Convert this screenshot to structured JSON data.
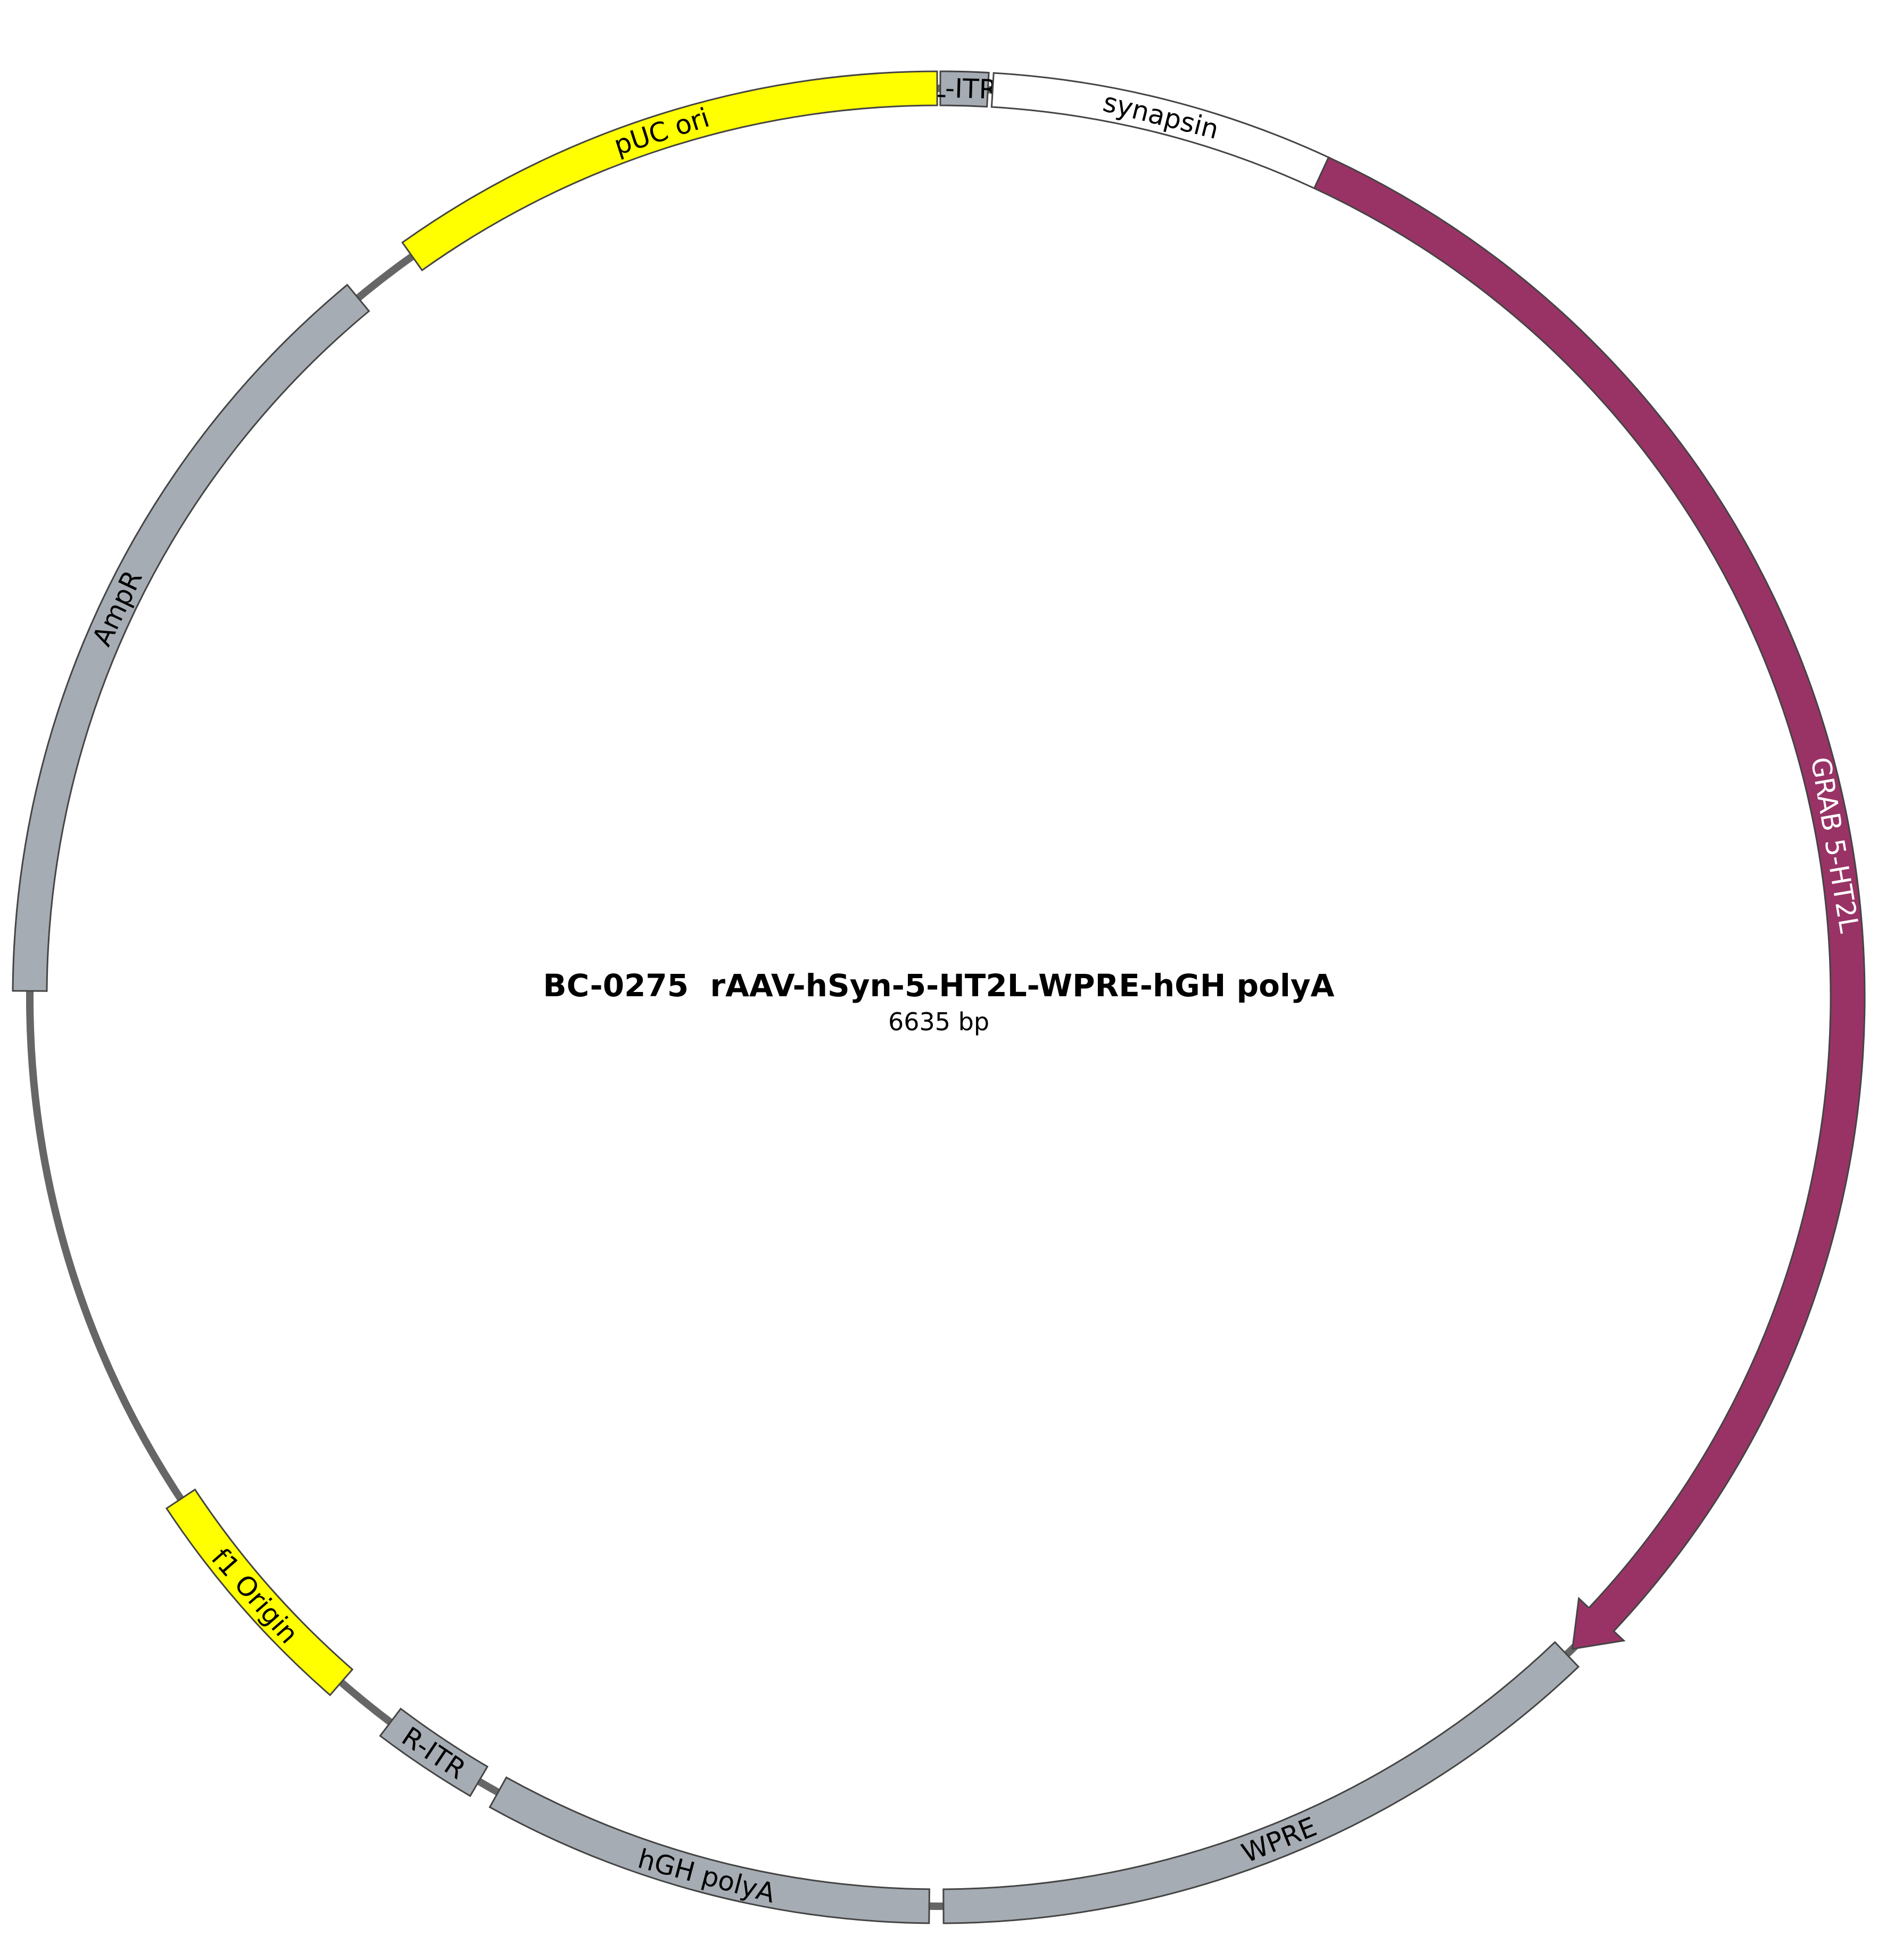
{
  "title": "BC-0275  rAAV-hSyn-5-HT2L-WPRE-hGH polyA",
  "size_label": "6635 bp",
  "backbone_color": "#666666",
  "features": [
    {
      "name": "L-ITR",
      "label": "L-ITR",
      "color": "#a6acb3",
      "text_color": "#000000",
      "shape": "box"
    },
    {
      "name": "synapsin",
      "label": "synapsin",
      "color": "#ffffff",
      "text_color": "#000000",
      "shape": "box"
    },
    {
      "name": "grab-5-ht2l",
      "label": "GRAB 5-HT2L",
      "color": "#993366",
      "text_color": "#ffffff",
      "shape": "arrow"
    },
    {
      "name": "wpre",
      "label": "WPRE",
      "color": "#a6acb3",
      "text_color": "#000000",
      "shape": "box"
    },
    {
      "name": "hgh-polya",
      "label": "hGH polyA",
      "color": "#a6acb3",
      "text_color": "#000000",
      "shape": "box"
    },
    {
      "name": "r-itr",
      "label": "R-ITR",
      "color": "#a6acb3",
      "text_color": "#000000",
      "shape": "box"
    },
    {
      "name": "f1-origin",
      "label": "f1 Origin",
      "color": "#ffff00",
      "text_color": "#000000",
      "shape": "box"
    },
    {
      "name": "ampr",
      "label": "AmpR",
      "color": "#a6acb3",
      "text_color": "#000000",
      "shape": "box"
    },
    {
      "name": "puc-ori",
      "label": "pUC ori",
      "color": "#ffff00",
      "text_color": "#000000",
      "shape": "box"
    }
  ]
}
